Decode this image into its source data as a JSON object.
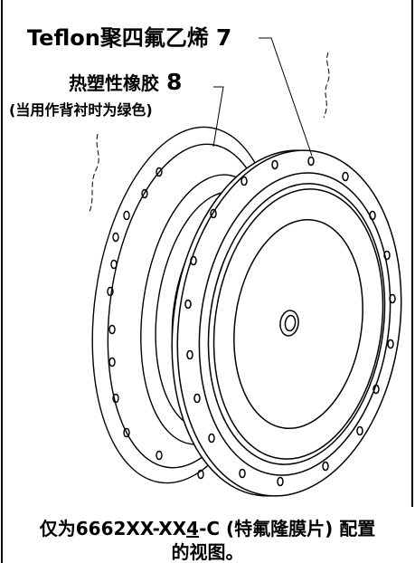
{
  "labels": {
    "teflon": {
      "text": "Teflon聚四氟乙烯",
      "number": "7"
    },
    "rubber": {
      "text": "热塑性橡胶",
      "number": "8",
      "note": "(当用作背衬时为绿色)"
    }
  },
  "caption": {
    "line1_pre": "仅为6662XX-XX",
    "line1_underlined": "4",
    "line1_post": "-C (特氟隆膜片) 配置",
    "line2": "的视图。"
  },
  "colors": {
    "line": "#000000",
    "background": "#ffffff"
  }
}
